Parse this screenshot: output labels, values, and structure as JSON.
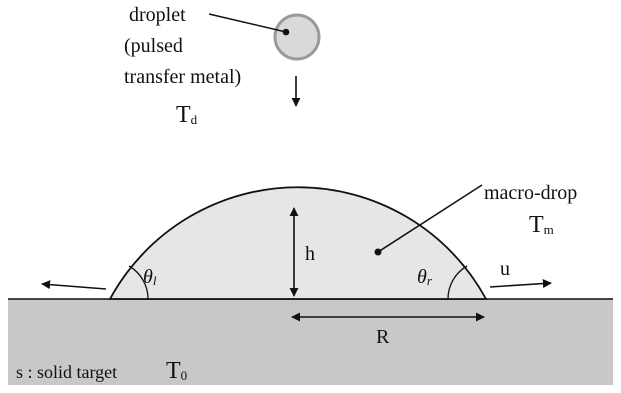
{
  "droplet": {
    "label_lines": [
      "droplet",
      "(pulsed",
      "transfer metal)"
    ],
    "temp_symbol": "T",
    "temp_sub": "d"
  },
  "macro_drop": {
    "label": "macro-drop",
    "temp_symbol": "T",
    "temp_sub": "m"
  },
  "dimensions": {
    "height": "h",
    "radius": "R",
    "velocity": "u"
  },
  "angles": {
    "left_symbol": "θ",
    "left_sub": "l",
    "right_symbol": "θ",
    "right_sub": "r"
  },
  "substrate": {
    "label": "s : solid target",
    "temp_symbol": "T",
    "temp_sub": "0"
  },
  "colors": {
    "substrate": "#c8c8c8",
    "drop": "#e6e6e6",
    "droplet_ring": "#9a9a9a",
    "droplet_fill": "#d9d9d9",
    "line": "#111111"
  }
}
